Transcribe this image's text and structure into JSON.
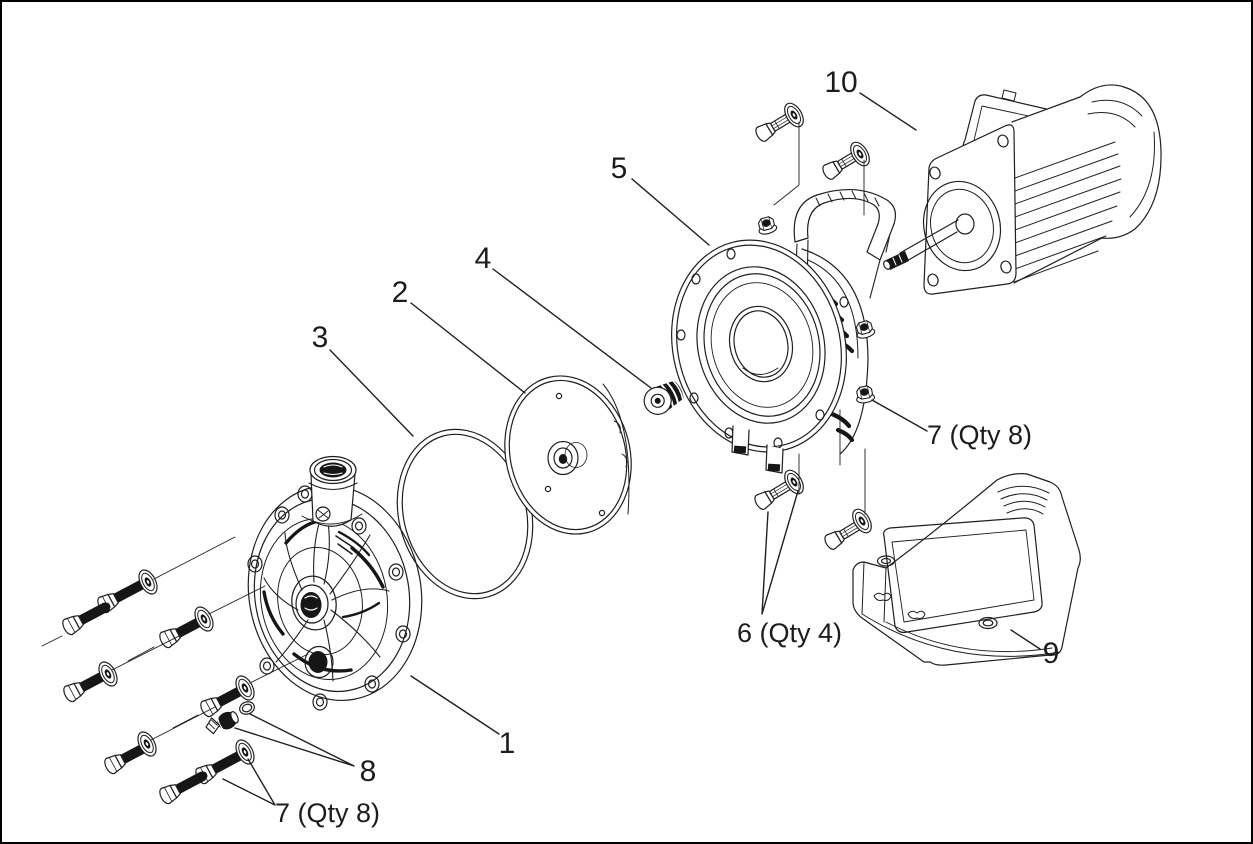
{
  "diagram": {
    "kind": "exploded-parts-diagram",
    "callouts": [
      {
        "label": "10"
      },
      {
        "label": "5"
      },
      {
        "label": "4"
      },
      {
        "label": "2"
      },
      {
        "label": "3"
      },
      {
        "label": "7 (Qty 8)"
      },
      {
        "label": "6 (Qty 4)"
      },
      {
        "label": "9"
      },
      {
        "label": "1"
      },
      {
        "label": "8"
      },
      {
        "label": "7 (Qty 8)"
      }
    ],
    "colors": {
      "line": "#1f1f1f",
      "dark_fill": "#161616",
      "background": "#ffffff",
      "border": "#000000"
    }
  }
}
